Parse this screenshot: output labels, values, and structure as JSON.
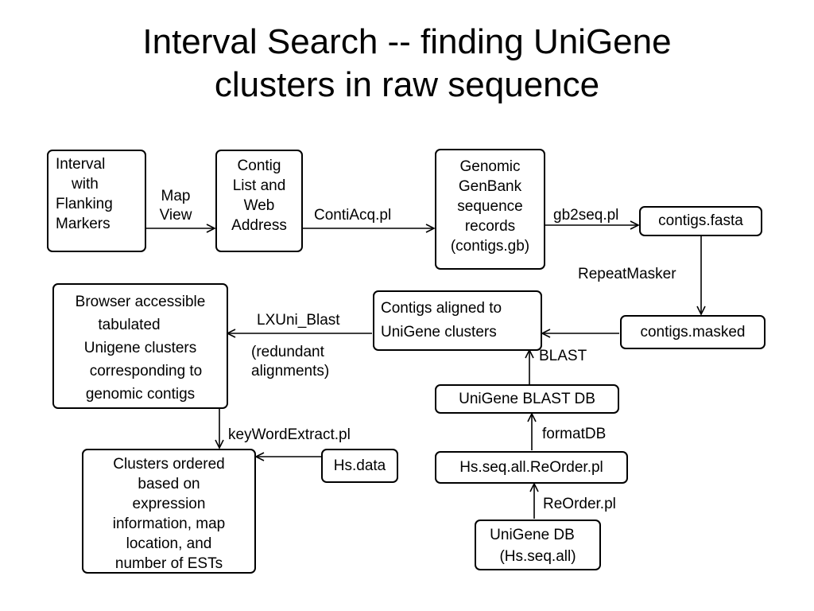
{
  "title": {
    "line1": "Interval Search -- finding UniGene",
    "line2": "clusters in raw sequence"
  },
  "boxes": {
    "interval": [
      "Interval",
      "with",
      "Flanking",
      "Markers"
    ],
    "contig_list": [
      "Contig",
      "List and",
      "Web",
      "Address"
    ],
    "genomic_genbank": [
      "Genomic",
      "GenBank",
      "sequence",
      "records",
      "(contigs.gb)"
    ],
    "contigs_fasta": [
      "contigs.fasta"
    ],
    "contigs_masked": [
      "contigs.masked"
    ],
    "contigs_aligned": [
      "Contigs aligned to",
      "UniGene clusters"
    ],
    "browser": [
      "Browser accessible",
      "tabulated",
      "Unigene clusters",
      "corresponding to",
      "genomic contigs"
    ],
    "unigene_blast_db": [
      "UniGene BLAST DB"
    ],
    "hs_seq_reorder": [
      "Hs.seq.all.ReOrder.pl"
    ],
    "unigene_db": [
      "UniGene DB",
      "(Hs.seq.all)"
    ],
    "hs_data": [
      "Hs.data"
    ],
    "clusters_ordered": [
      "Clusters ordered",
      "based on",
      "expression",
      "information, map",
      "location, and",
      "number of ESTs"
    ]
  },
  "edges": {
    "map_view": [
      "Map",
      "View"
    ],
    "contiacq": "ContiAcq.pl",
    "gb2seq": "gb2seq.pl",
    "repeatmasker": "RepeatMasker",
    "lxuni_blast": "LXUni_Blast",
    "redundant": [
      "(redundant",
      "alignments)"
    ],
    "blast": "BLAST",
    "formatdb": "formatDB",
    "reorder": "ReOrder.pl",
    "keyword_extract": "keyWordExtract.pl"
  }
}
